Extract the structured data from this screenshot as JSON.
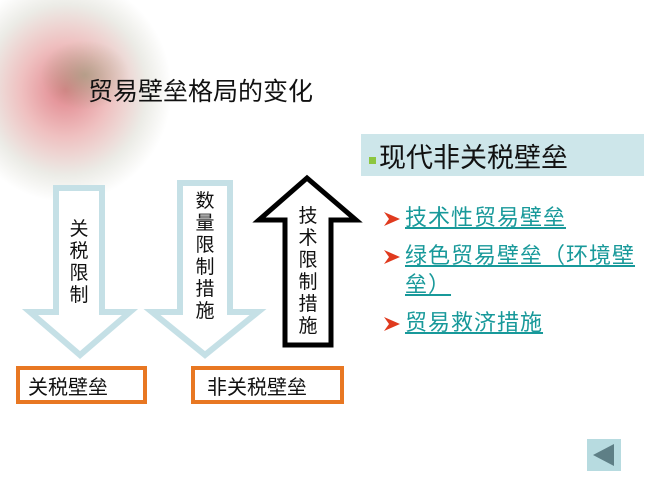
{
  "title": "贸易壁垒格局的变化",
  "header": {
    "text": "现代非关税壁垒"
  },
  "arrows": [
    {
      "label": "关税限制",
      "direction": "down"
    },
    {
      "label": "数量限制措施",
      "direction": "down"
    },
    {
      "label": "技术限制措施",
      "direction": "up"
    }
  ],
  "boxes": [
    "关税壁垒",
    "非关税壁垒"
  ],
  "bullets": [
    {
      "label": "技术性贸易壁垒"
    },
    {
      "label": "绿色贸易壁垒（环境壁垒）"
    },
    {
      "label": "贸易救济措施"
    }
  ],
  "nav": {
    "back_icon": "triangle-left"
  },
  "colors": {
    "accent_orange": "#e87722",
    "link_teal": "#18999a",
    "header_bg": "#cde6ea",
    "arrow_light": "#c5e0e6"
  }
}
